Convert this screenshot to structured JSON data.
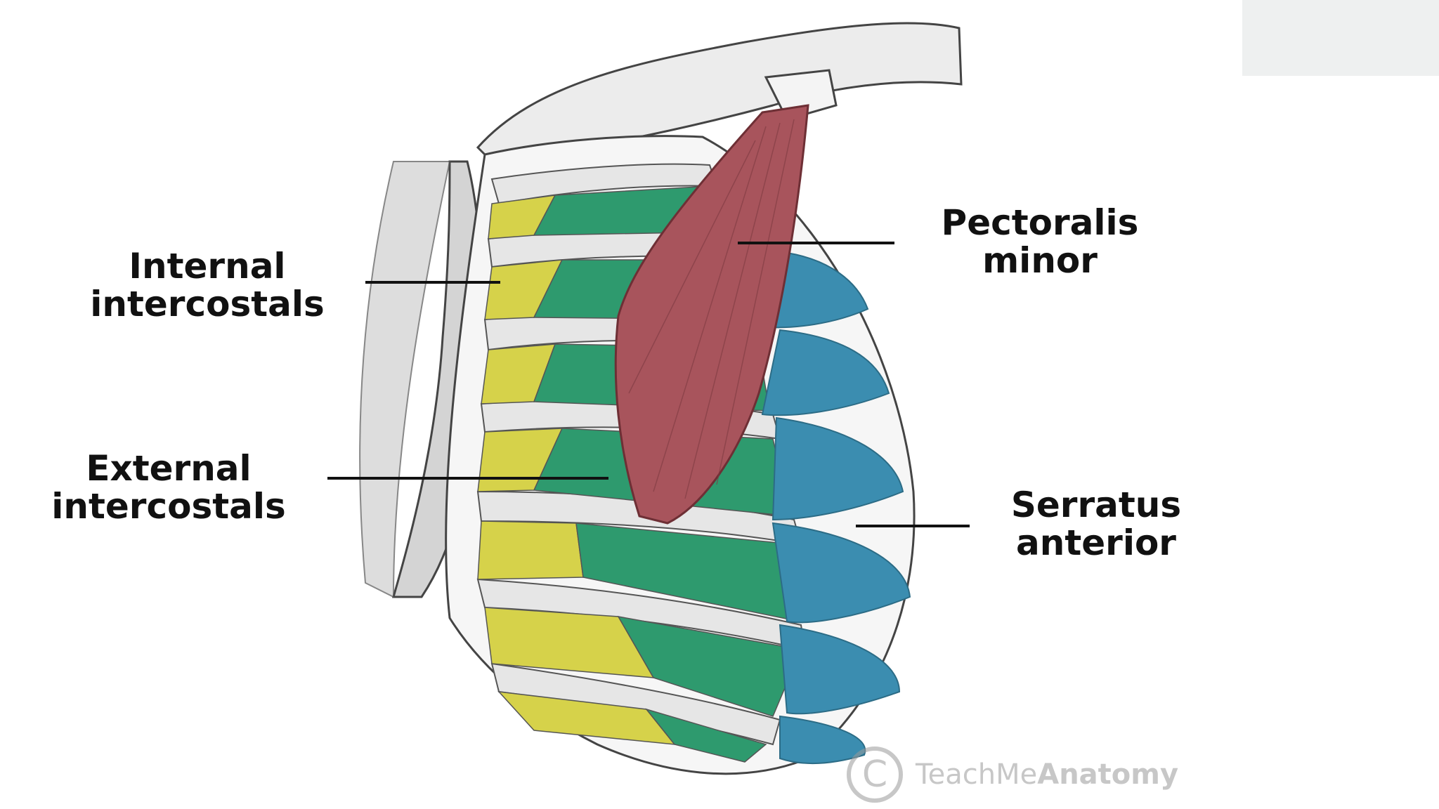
{
  "labels": {
    "internal_intercostals": [
      "Internal",
      "intercostals"
    ],
    "external_intercostals": [
      "External",
      "intercostals"
    ],
    "pectoralis_minor": [
      "Pectoralis",
      "minor"
    ],
    "serratus_anterior": [
      "Serratus",
      "anterior"
    ]
  },
  "watermark": {
    "symbol": "C",
    "brand_light": "TeachMe",
    "brand_bold": "Anatomy"
  },
  "colors": {
    "internal_intercostals": "#d6d24a",
    "external_intercostals": "#2e9a6e",
    "pectoralis_minor": "#a8545c",
    "serratus_anterior": "#3b8db0",
    "bone": "#d8d8d8",
    "outline": "#444444"
  }
}
